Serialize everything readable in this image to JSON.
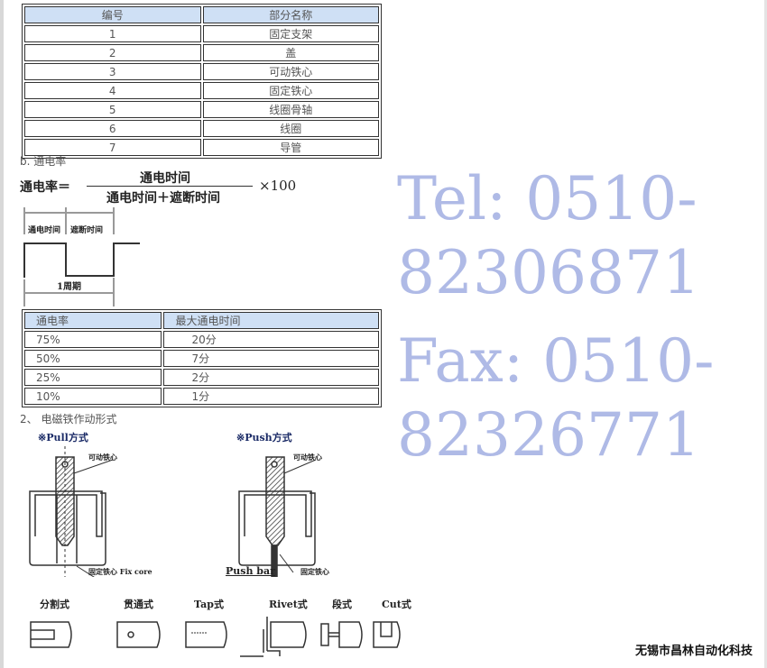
{
  "parts_table": {
    "headers": [
      "编号",
      "部分名称"
    ],
    "rows": [
      [
        "1",
        "固定支架"
      ],
      [
        "2",
        "盖"
      ],
      [
        "3",
        "可动铁心"
      ],
      [
        "4",
        "固定铁心"
      ],
      [
        "5",
        "线圈骨轴"
      ],
      [
        "6",
        "线圈"
      ],
      [
        "7",
        "导管"
      ]
    ]
  },
  "duty_section_title": "b. 通电率",
  "formula": {
    "lhs": "通电率＝",
    "numerator": "通电时间",
    "denominator": "通电时间＋遮断时间",
    "multiplier": "×100"
  },
  "waveform": {
    "on_label": "通电时间",
    "off_label": "遮断时间",
    "period_label": "1周期"
  },
  "duty_table": {
    "headers": [
      "通电率",
      "最大通电时间"
    ],
    "rows": [
      [
        "75%",
        "20分"
      ],
      [
        "50%",
        "7分"
      ],
      [
        "25%",
        "2分"
      ],
      [
        "10%",
        "1分"
      ]
    ]
  },
  "action_section_title": "2、 电磁铁作动形式",
  "pull": {
    "title": "※Pull方式",
    "moving_core": "可动铁心",
    "fixed_core": "固定铁心 Fix core"
  },
  "push": {
    "title": "※Push方式",
    "moving_core": "可动铁心",
    "push_bar": "Push bar",
    "fixed_core": "固定铁心"
  },
  "end_types": [
    "分割式",
    "贯通式",
    "Tap式",
    "Rivet式",
    "段式",
    "Cut式"
  ],
  "watermark": {
    "tel": "Tel: 0510-82306871",
    "fax": "Fax: 0510-82326771"
  },
  "company": "无锡市昌林自动化科技"
}
